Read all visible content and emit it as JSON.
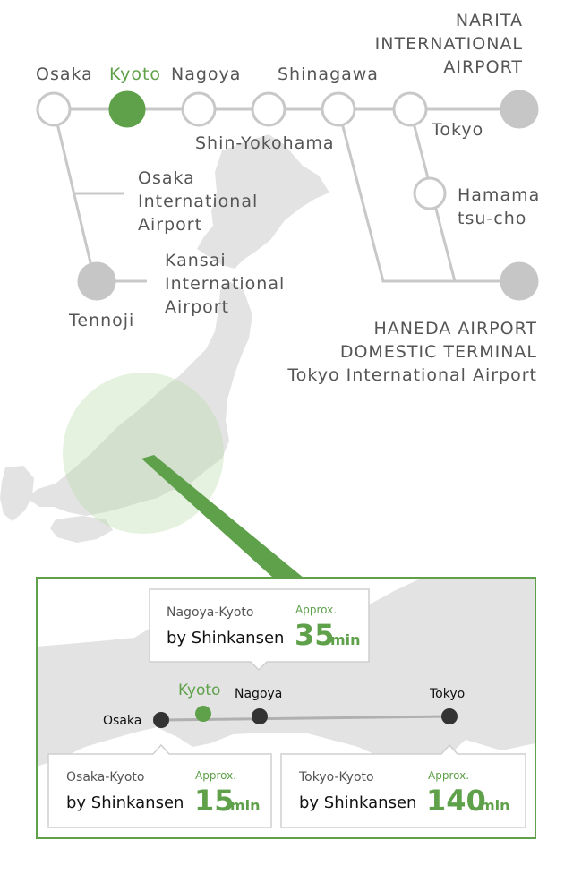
{
  "colors": {
    "accent": "#5fa14a",
    "line": "#c8c8c8",
    "land": "#e3e3e3",
    "node_gray": "#c6c6c6",
    "mini_node": "#333333"
  },
  "route_map": {
    "stations": {
      "osaka": "Osaka",
      "kyoto": "Kyoto",
      "nagoya": "Nagoya",
      "shinagawa": "Shinagawa",
      "shin_yokohama": "Shin-Yokohama",
      "tokyo": "Tokyo",
      "hamamatsucho_line1": "Hamama",
      "hamamatsucho_line2": "tsu-cho",
      "tennoji": "Tennoji"
    },
    "airports": {
      "narita_line1": "NARITA",
      "narita_line2": "INTERNATIONAL",
      "narita_line3": "AIRPORT",
      "osaka_intl_line1": "Osaka",
      "osaka_intl_line2": "International",
      "osaka_intl_line3": "Airport",
      "kansai_line1": "Kansai",
      "kansai_line2": "International",
      "kansai_line3": "Airport",
      "haneda_line1": "HANEDA AIRPORT",
      "haneda_line2": "DOMESTIC TERMINAL",
      "haneda_line3": "Tokyo International Airport"
    }
  },
  "detail_map": {
    "stations": {
      "kyoto": "Kyoto",
      "nagoya": "Nagoya",
      "osaka": "Osaka",
      "tokyo": "Tokyo"
    },
    "callouts": {
      "nagoya_kyoto": {
        "route": "Nagoya-Kyoto",
        "mode": "by Shinkansen",
        "approx": "Approx.",
        "value": "35",
        "unit": "min"
      },
      "osaka_kyoto": {
        "route": "Osaka-Kyoto",
        "mode": "by Shinkansen",
        "approx": "Approx.",
        "value": "15",
        "unit": "min"
      },
      "tokyo_kyoto": {
        "route": "Tokyo-Kyoto",
        "mode": "by Shinkansen",
        "approx": "Approx.",
        "value": "140",
        "unit": "min"
      }
    }
  }
}
